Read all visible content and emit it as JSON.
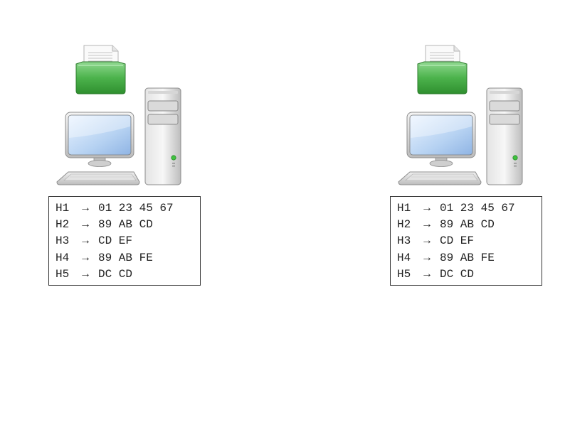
{
  "computers": [
    {
      "id": "left",
      "rows": [
        {
          "key": "H1",
          "arrow": "→",
          "value": "01 23 45 67"
        },
        {
          "key": "H2",
          "arrow": "→",
          "value": "89 AB CD"
        },
        {
          "key": "H3",
          "arrow": "→",
          "value": "CD EF"
        },
        {
          "key": "H4",
          "arrow": "→",
          "value": "89 AB FE"
        },
        {
          "key": "H5",
          "arrow": "→",
          "value": "DC CD"
        }
      ]
    },
    {
      "id": "right",
      "rows": [
        {
          "key": "H1",
          "arrow": "→",
          "value": "01 23 45 67"
        },
        {
          "key": "H2",
          "arrow": "→",
          "value": "89 AB CD"
        },
        {
          "key": "H3",
          "arrow": "→",
          "value": "CD EF"
        },
        {
          "key": "H4",
          "arrow": "→",
          "value": "89 AB FE"
        },
        {
          "key": "H5",
          "arrow": "→",
          "value": "DC CD"
        }
      ]
    }
  ],
  "icons": {
    "folder": "folder-with-document-icon",
    "monitor": "monitor-icon",
    "tower": "computer-tower-icon",
    "keyboard": "keyboard-icon"
  },
  "colors": {
    "folder_green": "#4cb34c",
    "screen_blue": "#b6d2f2",
    "case_gray": "#c9c9c9"
  }
}
